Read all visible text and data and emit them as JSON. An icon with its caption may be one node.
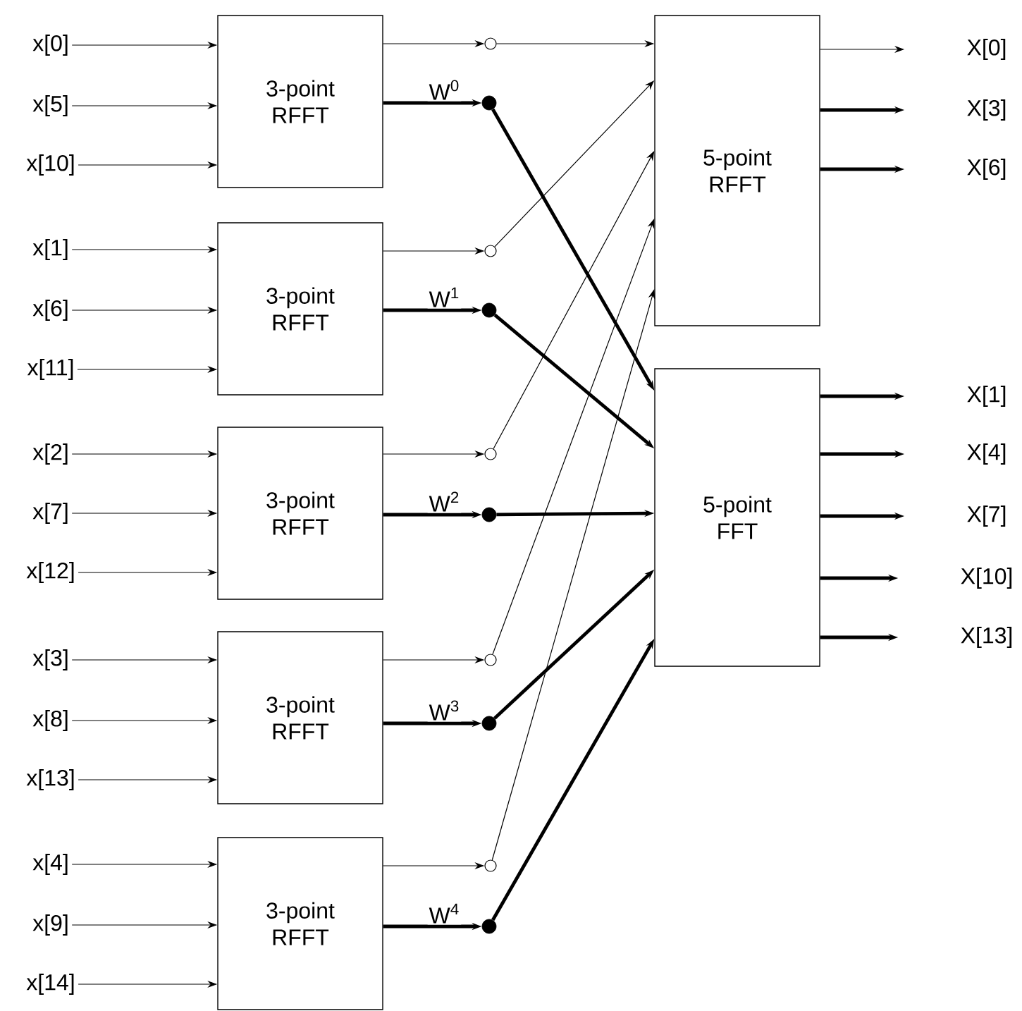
{
  "diagram": {
    "nodes": [
      {
        "text": [
          "x[0]"
        ]
      },
      {
        "text": [
          "x[5]"
        ]
      },
      {
        "text": [
          "x[10]"
        ]
      },
      {
        "text": [
          "x[1]"
        ]
      },
      {
        "text": [
          "x[6]"
        ]
      },
      {
        "text": [
          "x[11]"
        ]
      },
      {
        "text": [
          "x[2]"
        ]
      },
      {
        "text": [
          "x[7]"
        ]
      },
      {
        "text": [
          "x[12]"
        ]
      },
      {
        "text": [
          "x[3]"
        ]
      },
      {
        "text": [
          "x[8]"
        ]
      },
      {
        "text": [
          "x[13]"
        ]
      },
      {
        "text": [
          "x[4]"
        ]
      },
      {
        "text": [
          "x[9]"
        ]
      },
      {
        "text": [
          "x[14]"
        ]
      },
      {
        "text": [
          "3-point RFFT"
        ]
      },
      {
        "text": [
          "3-point RFFT"
        ]
      },
      {
        "text": [
          "3-point RFFT"
        ]
      },
      {
        "text": [
          "3-point RFFT"
        ]
      },
      {
        "text": [
          "3-point RFFT"
        ]
      },
      {
        "text": [],
        "shape": "circle"
      },
      {
        "text": [],
        "shape": "circle"
      },
      {
        "text": [],
        "shape": "circle"
      },
      {
        "text": [],
        "shape": "circle"
      },
      {
        "text": [],
        "shape": "circle"
      },
      {
        "text": [],
        "shape": "dot"
      },
      {
        "text": [],
        "shape": "dot"
      },
      {
        "text": [],
        "shape": "dot"
      },
      {
        "text": [],
        "shape": "dot"
      },
      {
        "text": [],
        "shape": "dot"
      },
      {
        "text": [
          "5-point RFFT"
        ]
      },
      {
        "text": [
          "5-point FFT"
        ]
      },
      {
        "text": [
          "X[0]"
        ]
      },
      {
        "text": [
          "X[3]"
        ]
      },
      {
        "text": [
          "X[6]"
        ]
      },
      {
        "text": [
          "X[1]"
        ]
      },
      {
        "text": [
          "X[4]"
        ]
      },
      {
        "text": [
          "X[7]"
        ]
      },
      {
        "text": [
          "X[10]"
        ]
      },
      {
        "text": [
          "X[13]"
        ]
      }
    ],
    "edges": [
      {
        "from": 0,
        "to": 15,
        "arrow": "to"
      },
      {
        "from": 1,
        "to": 15,
        "arrow": "to"
      },
      {
        "from": 2,
        "to": 15,
        "arrow": "to"
      },
      {
        "from": 3,
        "to": 16,
        "arrow": "to"
      },
      {
        "from": 4,
        "to": 16,
        "arrow": "to"
      },
      {
        "from": 5,
        "to": 16,
        "arrow": "to"
      },
      {
        "from": 6,
        "to": 17,
        "arrow": "to"
      },
      {
        "from": 7,
        "to": 17,
        "arrow": "to"
      },
      {
        "from": 8,
        "to": 17,
        "arrow": "to"
      },
      {
        "from": 9,
        "to": 18,
        "arrow": "to"
      },
      {
        "from": 10,
        "to": 18,
        "arrow": "to"
      },
      {
        "from": 11,
        "to": 18,
        "arrow": "to"
      },
      {
        "from": 12,
        "to": 19,
        "arrow": "to"
      },
      {
        "from": 13,
        "to": 19,
        "arrow": "to"
      },
      {
        "from": 14,
        "to": 19,
        "arrow": "to"
      },
      {
        "from": 15,
        "to": 20,
        "arrow": "to"
      },
      {
        "from": 16,
        "to": 21,
        "arrow": "to"
      },
      {
        "from": 17,
        "to": 22,
        "arrow": "to"
      },
      {
        "from": 18,
        "to": 23,
        "arrow": "to"
      },
      {
        "from": 19,
        "to": 24,
        "arrow": "to"
      },
      {
        "from": 15,
        "to": 25,
        "arrow": "to",
        "style": "thick",
        "label": "W$^{0}$"
      },
      {
        "from": 16,
        "to": 26,
        "arrow": "to",
        "style": "thick",
        "label": "W$^{1}$"
      },
      {
        "from": 17,
        "to": 27,
        "arrow": "to",
        "style": "thick",
        "label": "W$^{2}$"
      },
      {
        "from": 18,
        "to": 28,
        "arrow": "to",
        "style": "thick",
        "label": "W$^{3}$"
      },
      {
        "from": 19,
        "to": 29,
        "arrow": "to",
        "style": "thick",
        "label": "W$^{4}$"
      },
      {
        "from": 20,
        "to": 30,
        "arrow": "to"
      },
      {
        "from": 21,
        "to": 30,
        "arrow": "to"
      },
      {
        "from": 22,
        "to": 30,
        "arrow": "to"
      },
      {
        "from": 23,
        "to": 30,
        "arrow": "to"
      },
      {
        "from": 24,
        "to": 30,
        "arrow": "to"
      },
      {
        "from": 25,
        "to": 31,
        "arrow": "to",
        "style": "thick"
      },
      {
        "from": 26,
        "to": 31,
        "arrow": "to",
        "style": "thick"
      },
      {
        "from": 27,
        "to": 31,
        "arrow": "to",
        "style": "thick"
      },
      {
        "from": 28,
        "to": 31,
        "arrow": "to",
        "style": "thick"
      },
      {
        "from": 29,
        "to": 31,
        "arrow": "to",
        "style": "thick"
      },
      {
        "from": 30,
        "to": 32,
        "arrow": "to"
      },
      {
        "from": 30,
        "to": 33,
        "arrow": "to",
        "style": "thick"
      },
      {
        "from": 30,
        "to": 34,
        "arrow": "to",
        "style": "thick"
      },
      {
        "from": 31,
        "to": 35,
        "arrow": "to",
        "style": "thick"
      },
      {
        "from": 31,
        "to": 36,
        "arrow": "to",
        "style": "thick"
      },
      {
        "from": 31,
        "to": 37,
        "arrow": "to",
        "style": "thick"
      },
      {
        "from": 31,
        "to": 38,
        "arrow": "to",
        "style": "thick"
      },
      {
        "from": 31,
        "to": 39,
        "arrow": "to",
        "style": "thick"
      }
    ]
  }
}
